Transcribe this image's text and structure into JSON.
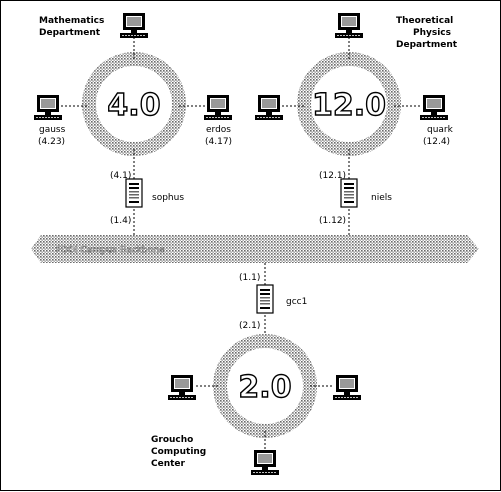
{
  "networks": {
    "math": {
      "title_line1": "Mathematics",
      "title_line2": "Department",
      "number": "4.0"
    },
    "physics": {
      "title_line1": "Theoretical",
      "title_line2": "Physics",
      "title_line3": "Department",
      "number": "12.0"
    },
    "groucho": {
      "title_line1": "Groucho",
      "title_line2": "Computing",
      "title_line3": "Center",
      "number": "2.0"
    },
    "backbone": {
      "label": "FDDI Campus Backbone"
    }
  },
  "hosts": {
    "gauss": {
      "name": "gauss",
      "addr": "(4.23)"
    },
    "erdos": {
      "name": "erdos",
      "addr": "(4.17)"
    },
    "quark": {
      "name": "quark",
      "addr": "(12.4)"
    }
  },
  "gateways": {
    "sophus": {
      "name": "sophus",
      "addr_top": "(4.1)",
      "addr_bottom": "(1.4)"
    },
    "niels": {
      "name": "niels",
      "addr_top": "(12.1)",
      "addr_bottom": "(1.12)"
    },
    "gcc1": {
      "name": "gcc1",
      "addr_top": "(1.1)",
      "addr_bottom": "(2.1)"
    }
  }
}
